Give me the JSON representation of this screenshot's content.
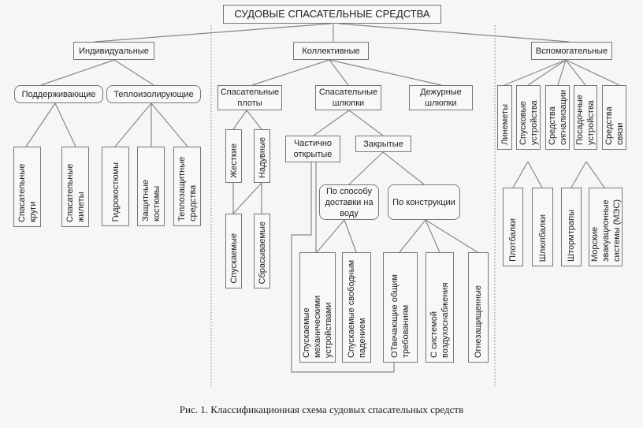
{
  "title": "СУДОВЫЕ СПАСАТЕЛЬНЫЕ СРЕДСТВА",
  "individual": {
    "label": "Индивидуальные",
    "supporting": {
      "label": "Поддерживающие",
      "items": [
        "Спасательные круги",
        "Спасательные жилеты"
      ]
    },
    "thermal": {
      "label": "Теплоизолирующие",
      "items": [
        "Гидрокостюмы",
        "Защитные костюмы",
        "Теплозащитные средства"
      ]
    }
  },
  "collective": {
    "label": "Коллективные",
    "rafts": {
      "label": "Спасательные плоты",
      "items": [
        "Жесткие",
        "Надувные"
      ],
      "sub": [
        "Спускаемые",
        "Сбрасываемые"
      ]
    },
    "boats": {
      "label": "Спасательные шлюпки",
      "partial": "Частично открытые",
      "closed": "Закрытые",
      "by_launch": {
        "label": "По способу доставки на воду",
        "items": [
          "Спускаемые механическими устройствами",
          "Спускаемые свободным падением"
        ]
      },
      "by_design": {
        "label": "По конструкции",
        "items": [
          "ОТвечающие общим требованиям",
          "С системой воздухоснабжения",
          "Огнезащищенные"
        ]
      }
    },
    "rescue_boats": "Дежурные шлюпки"
  },
  "auxiliary": {
    "label": "Вспомогательные",
    "items": [
      "Линеметы",
      "Спусковые устройства",
      "Средства сигнализации",
      "Посадочные устройства",
      "Средства связи"
    ],
    "launch_sub": [
      "Плотбалки",
      "Шлюпбалки"
    ],
    "boarding_sub": [
      "Штормтрапы",
      "Морские эвакуационные системы (МЭС)"
    ]
  },
  "caption": "Рис. 1. Классификационная схема судовых спасательных средств"
}
